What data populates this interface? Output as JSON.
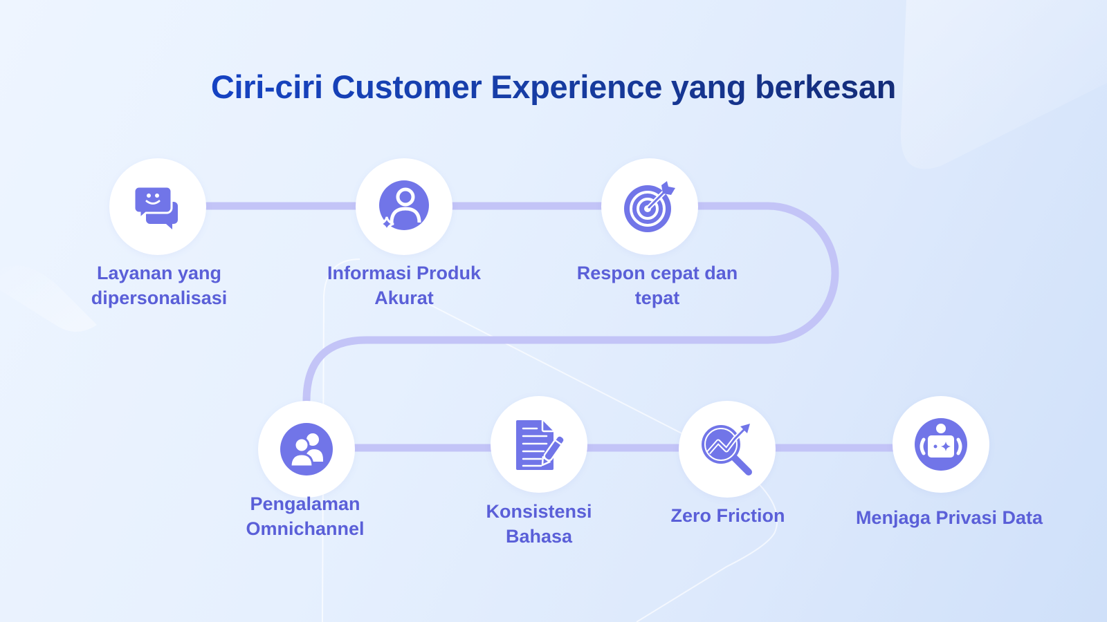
{
  "slide": {
    "title": "Ciri-ciri Customer Experience yang berkesan"
  },
  "colors": {
    "title_start": "#1446d6",
    "title_end": "#12225e",
    "label": "#5a5fd8",
    "icon": "#7175e8",
    "path": "#c3c4f7",
    "node_bg": "#ffffff",
    "background": "#e6f0fe"
  },
  "items": [
    {
      "label": "Layanan yang\ndipersonalisasi",
      "icon": "chat-bubbles-smile-icon"
    },
    {
      "label": "Informasi Produk\nAkurat",
      "icon": "user-sparkle-icon"
    },
    {
      "label": "Respon cepat dan\ntepat",
      "icon": "target-arrow-icon"
    },
    {
      "label": "Pengalaman\nOmnichannel",
      "icon": "users-group-icon"
    },
    {
      "label": "Konsistensi\nBahasa",
      "icon": "document-pencil-icon"
    },
    {
      "label": "Zero Friction",
      "icon": "magnify-trend-icon"
    },
    {
      "label": "Menjaga Privasi Data",
      "icon": "robot-icon"
    }
  ]
}
